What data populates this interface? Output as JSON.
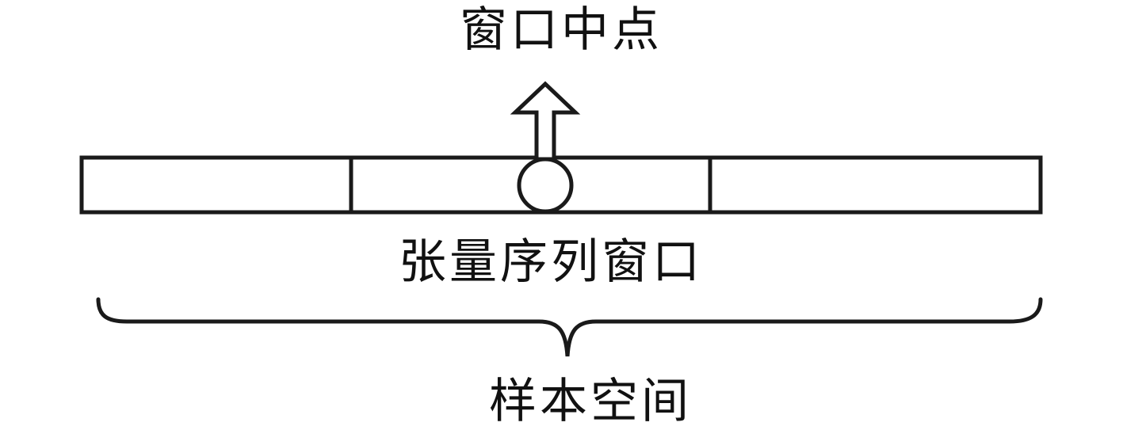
{
  "labels": {
    "window_midpoint": "窗口中点",
    "tensor_sequence_window": "张量序列窗口",
    "sample_space": "样本空间"
  },
  "colors": {
    "stroke": "#1a1a1a",
    "background": "#ffffff",
    "text": "#111111"
  }
}
